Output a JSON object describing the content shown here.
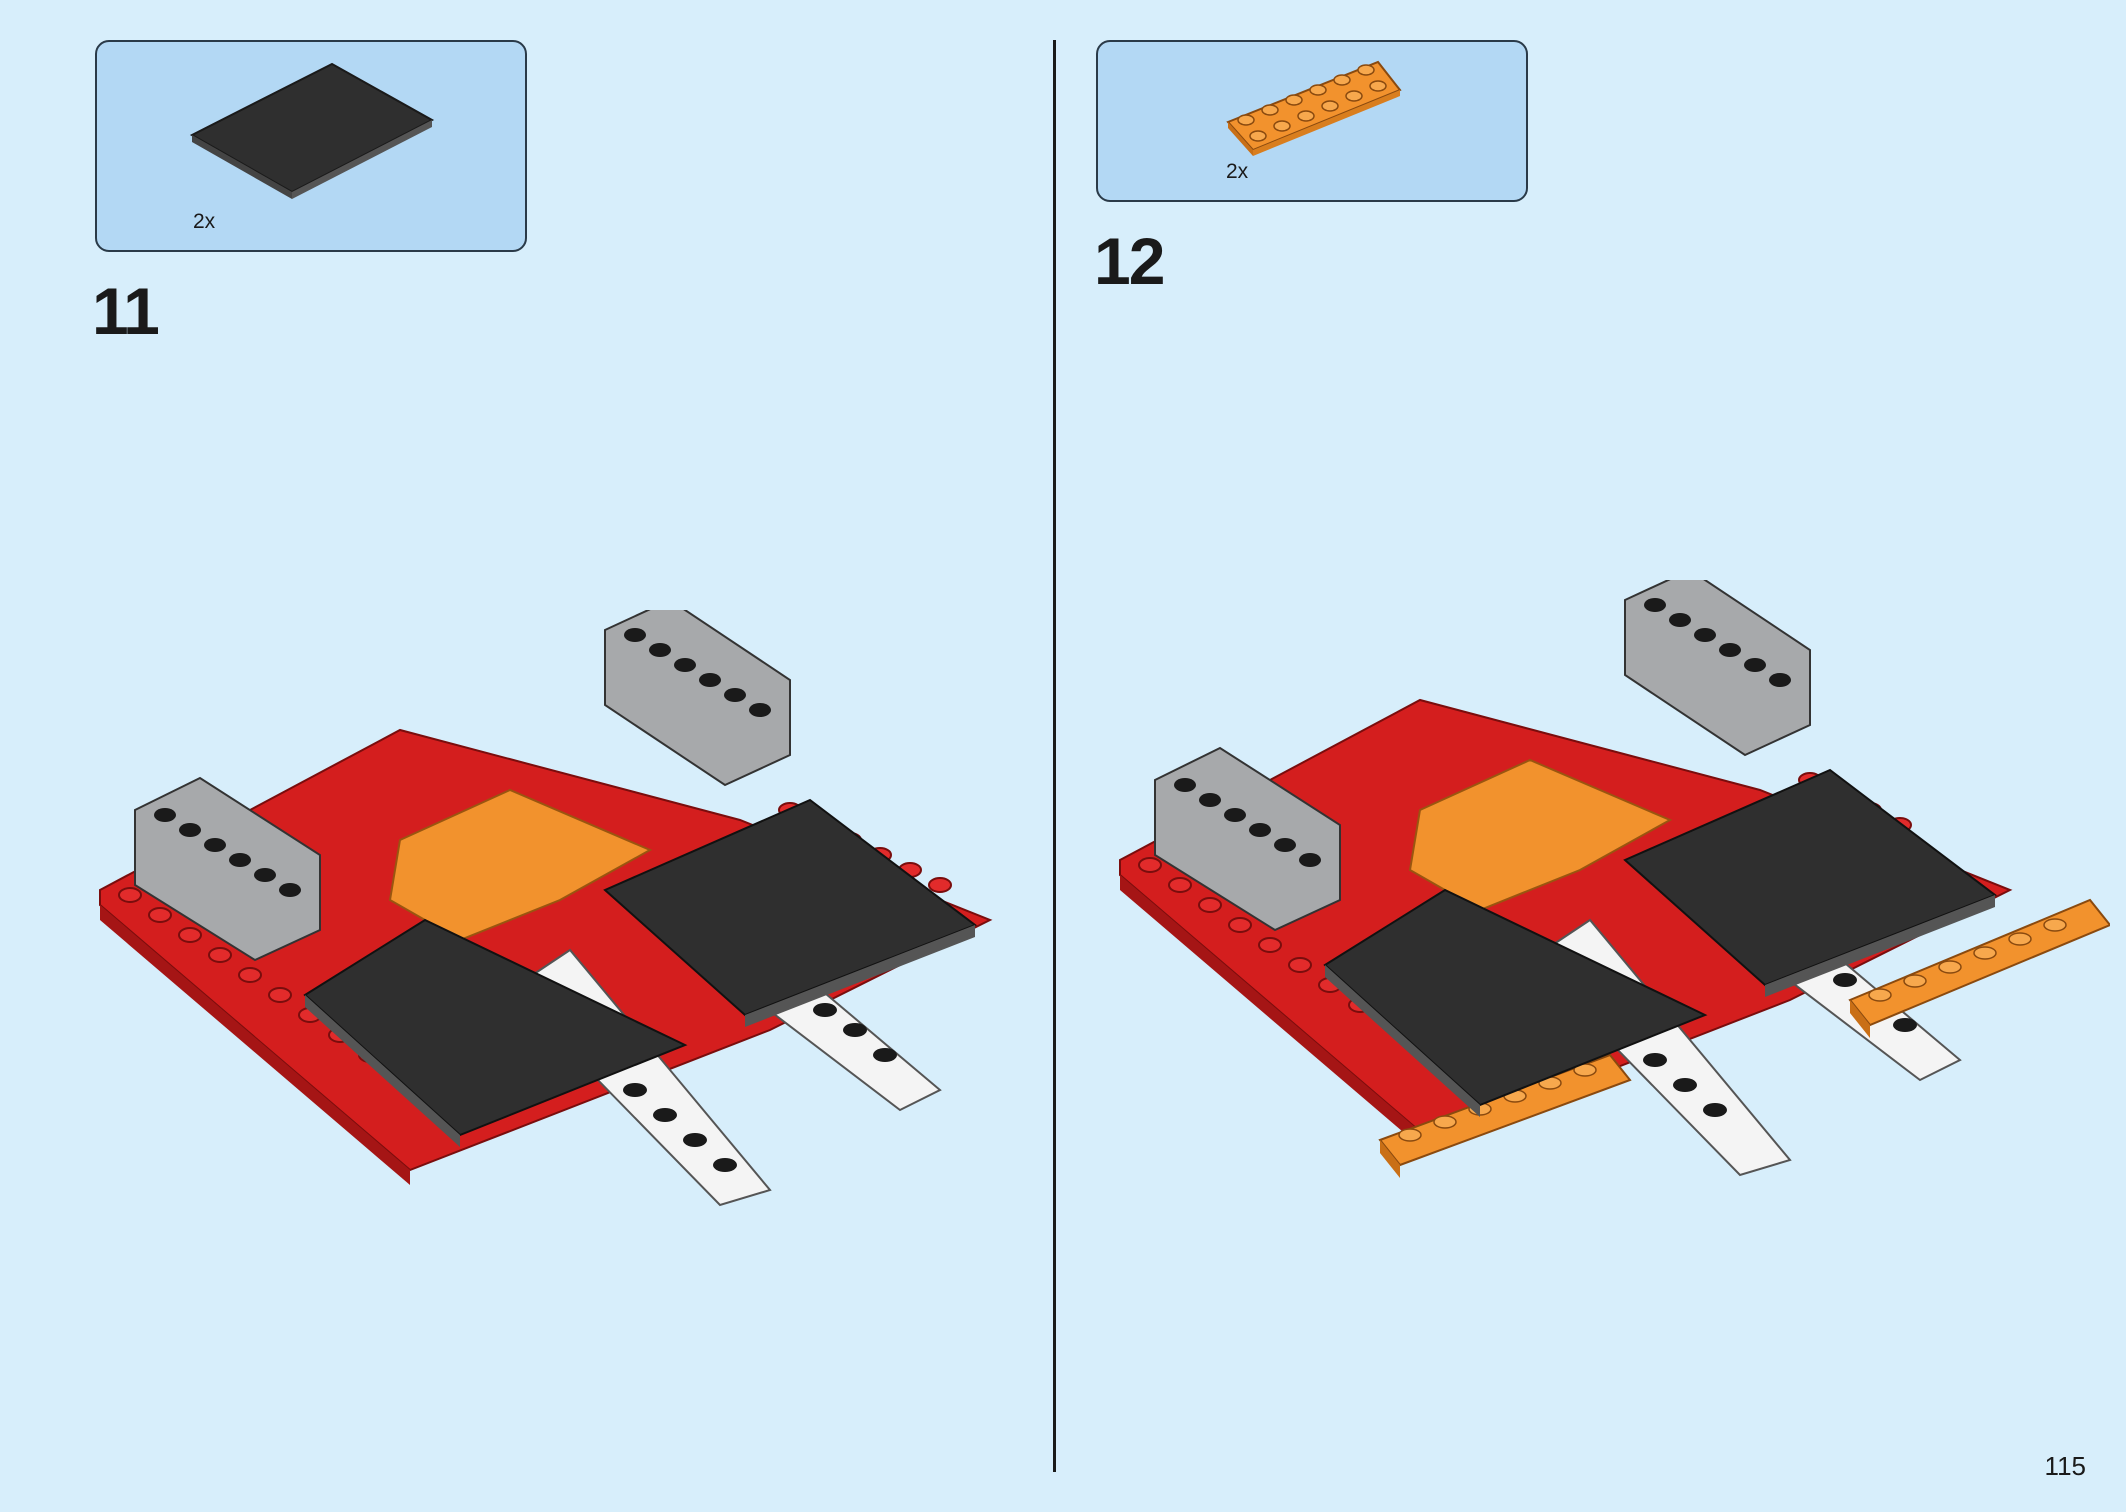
{
  "steps": [
    {
      "number": "11",
      "part_quantity": "2x",
      "part": {
        "name": "dark-gray-tile",
        "color": "#2f2f2f"
      }
    },
    {
      "number": "12",
      "part_quantity": "2x",
      "part": {
        "name": "orange-plate-2x6",
        "color": "#f2922d"
      }
    }
  ],
  "page_number": "115",
  "colors": {
    "background": "#d7eefb",
    "callout": "#b3d8f4",
    "red": "#d41e1e",
    "orange": "#f2922d",
    "gray": "#a7a9ab",
    "dark_tile": "#2f2f2f",
    "white": "#f4f4f4"
  }
}
